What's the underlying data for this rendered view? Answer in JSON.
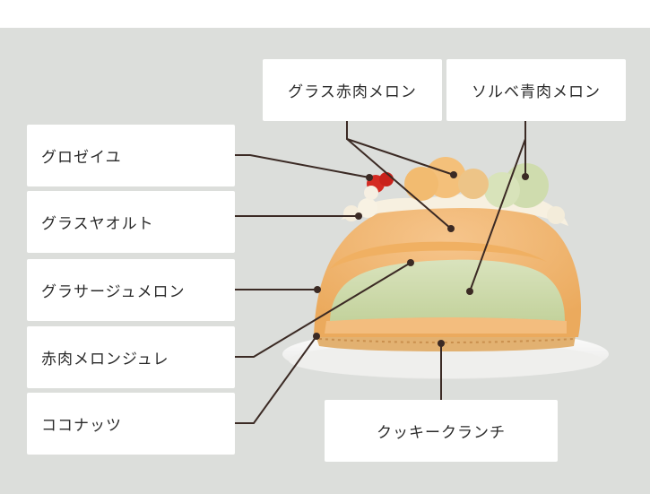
{
  "labels": {
    "top1": "グラス赤肉メロン",
    "top2": "ソルベ青肉メロン",
    "left1": "グロゼイユ",
    "left2": "グラスヤオルト",
    "left3": "グラサージュメロン",
    "left4": "赤肉メロンジュレ",
    "left5": "ココナッツ",
    "bottom": "クッキークランチ"
  },
  "colors": {
    "background": "#dcdedb",
    "label_bg": "#ffffff",
    "leader_line": "#3b2a24",
    "green_layer": "#cfdcae",
    "orange_layer": "#f1b873"
  }
}
